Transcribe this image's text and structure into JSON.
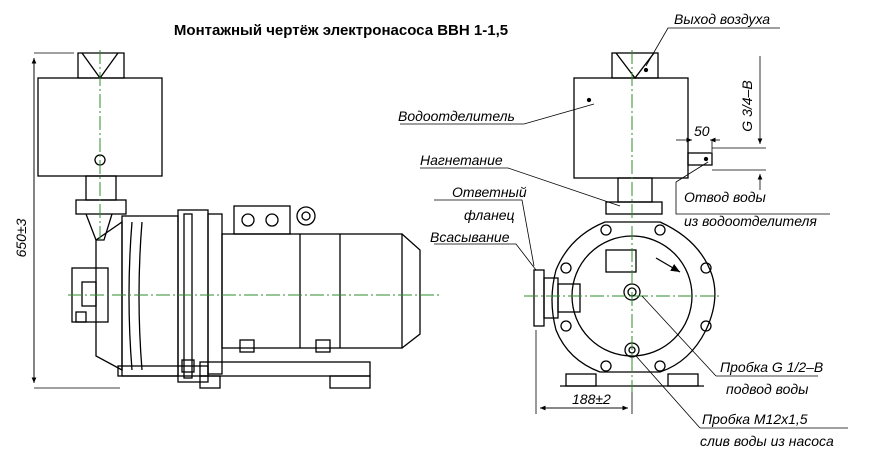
{
  "title": "Монтажный чертёж электронасоса ВВН 1-1,5",
  "labels": {
    "air_outlet": "Выход воздуха",
    "water_separator": "Водоотделитель",
    "discharge": "Нагнетание",
    "mating_flange_1": "Ответный",
    "mating_flange_2": "фланец",
    "suction": "Всасывание",
    "water_drain_1": "Отвод воды",
    "water_drain_2": "из водоотделителя",
    "plug_g_1": "Пробка G 1/2–В",
    "plug_g_2": "подвод воды",
    "plug_m_1": "Пробка М12х1,5",
    "plug_m_2": "слив воды из насоса"
  },
  "dimensions": {
    "height": "650±3",
    "offset_50": "50",
    "thread": "G 3/4–В",
    "width_188": "188±2"
  },
  "colors": {
    "line": "#000000",
    "centerline": "#2e8b2e",
    "fill": "#ffffff"
  }
}
